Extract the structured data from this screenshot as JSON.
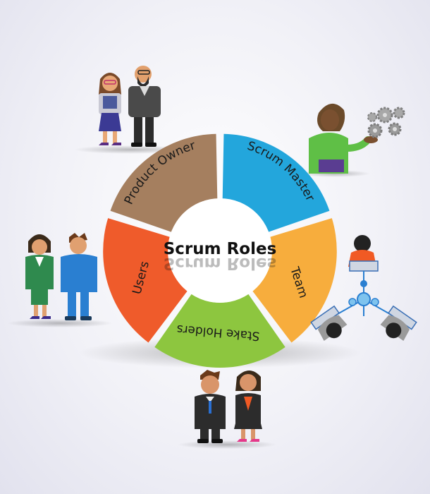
{
  "diagram": {
    "title": "Scrum Roles",
    "segments": [
      {
        "key": "product-owner",
        "label": "Product Owner",
        "color": "#a57f5f"
      },
      {
        "key": "scrum-master",
        "label": "Scrum Master",
        "color": "#23a6dc"
      },
      {
        "key": "team",
        "label": "Team",
        "color": "#f7ad3d"
      },
      {
        "key": "stake-holders",
        "label": "Stake Holders",
        "color": "#8dc63f"
      },
      {
        "key": "users",
        "label": "Users",
        "color": "#ef5b2b"
      }
    ]
  },
  "colors": {
    "background": "#ececf4",
    "divider": "#ffffff"
  },
  "icons": [
    "product-owner-people-icon",
    "scrum-master-person-gears-icon",
    "team-network-icon",
    "stake-holders-people-icon",
    "users-people-icon"
  ]
}
